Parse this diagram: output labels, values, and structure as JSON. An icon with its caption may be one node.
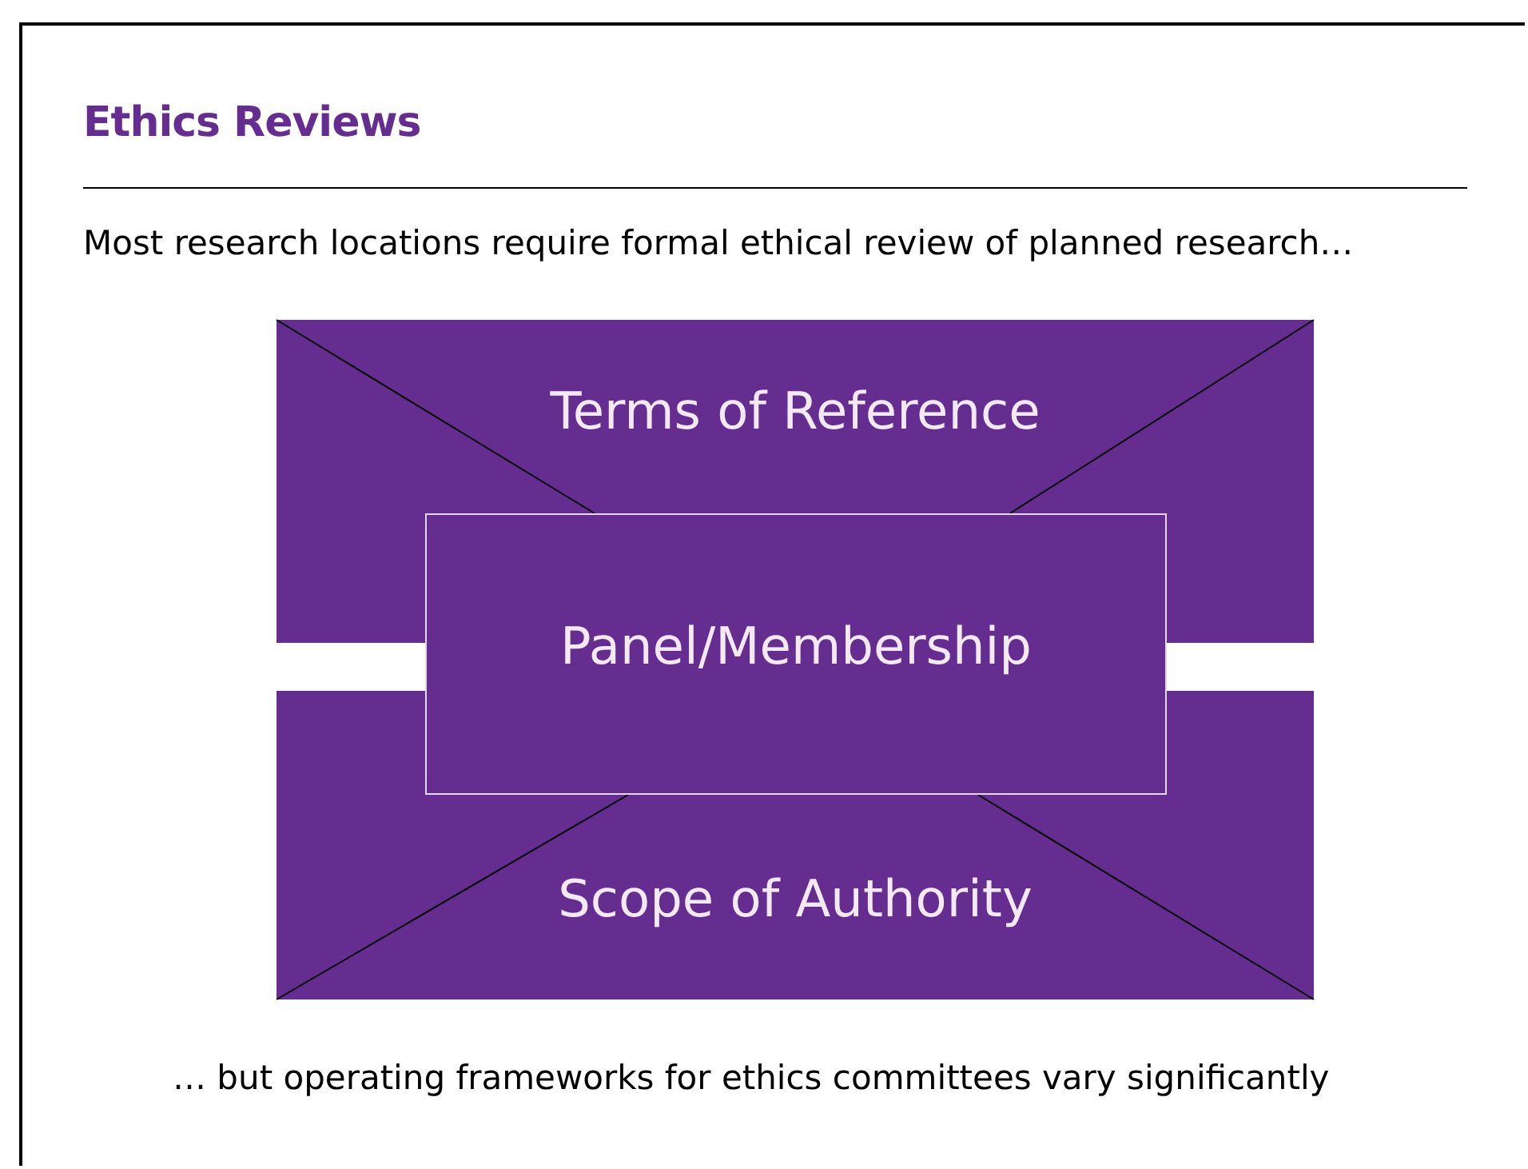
{
  "diagram": {
    "title": "Ethics Reviews",
    "nodes": [
      {
        "text": [
          "Terms of Reference"
        ]
      },
      {
        "text": [
          "Panel/Membership"
        ]
      },
      {
        "text": [
          "Scope of Authority"
        ]
      }
    ],
    "labels": [
      "Most research locations require formal ethical review of planned research…",
      "… but operating frameworks for ethics committees vary significantly"
    ]
  }
}
